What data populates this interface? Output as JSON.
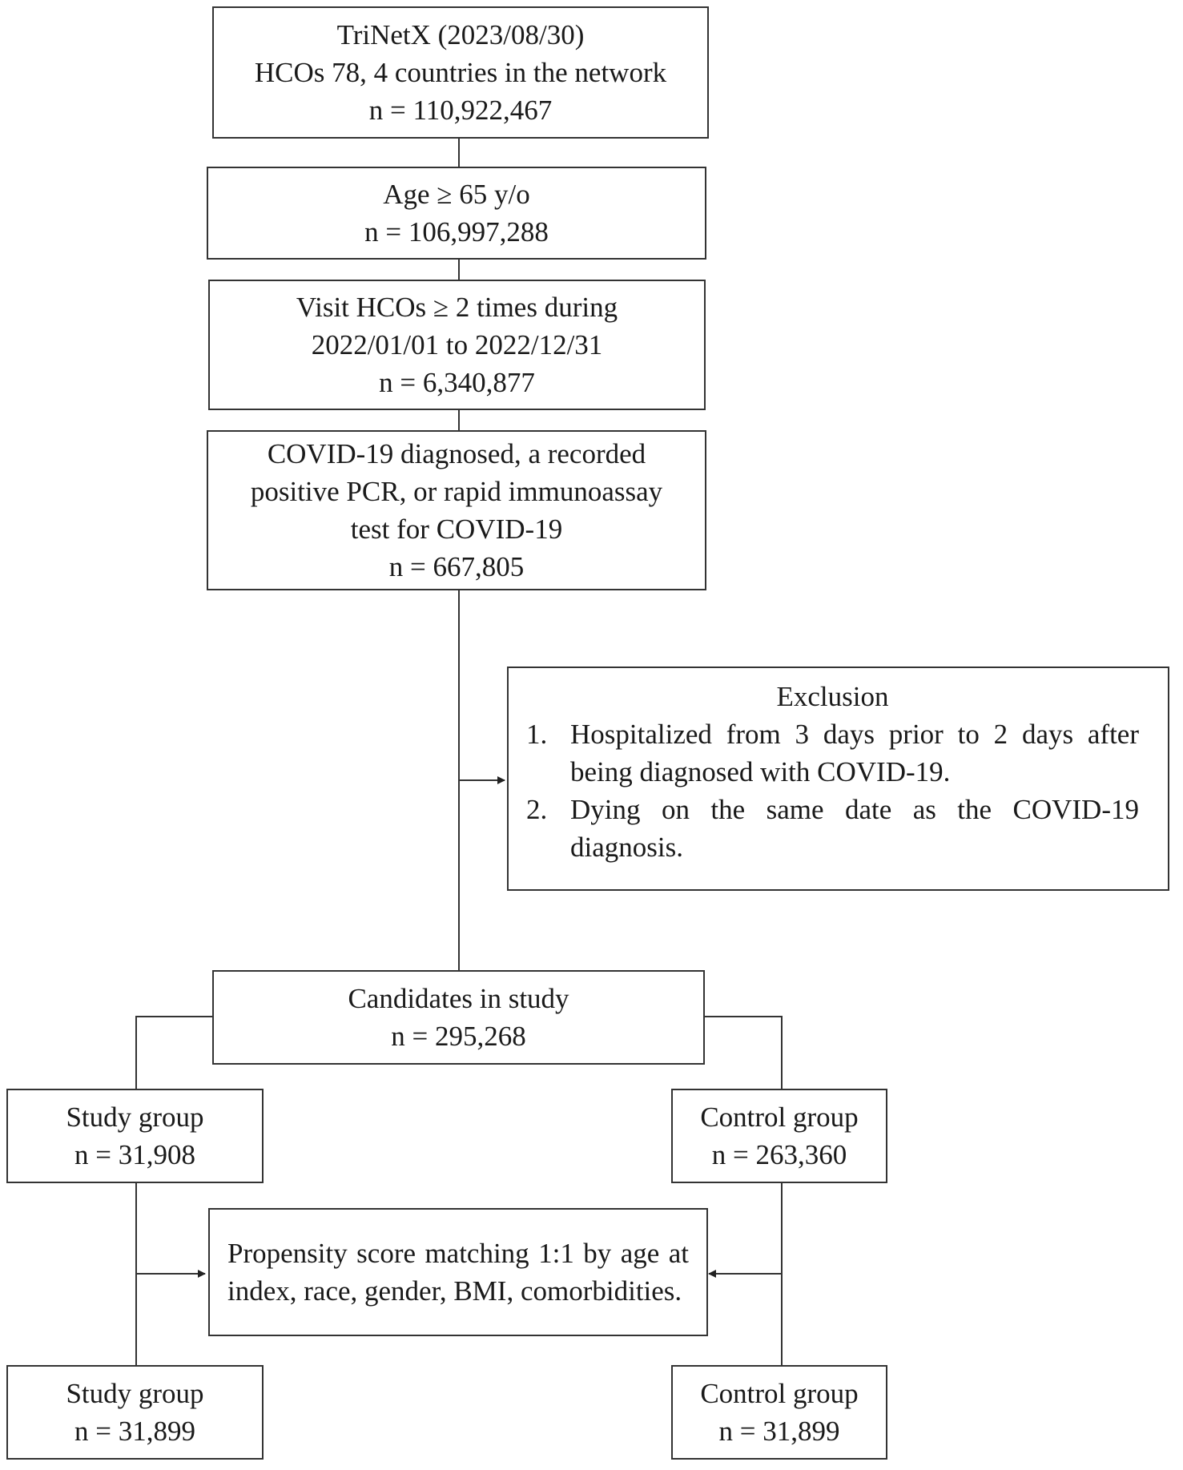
{
  "boxes": {
    "trinetx": [
      "TriNetX  (2023/08/30)",
      "HCOs 78, 4 countries  in the network",
      "n = 110,922,467"
    ],
    "age": [
      "Age ≥ 65 y/o",
      "n = 106,997,288"
    ],
    "visit": [
      "Visit  HCOs ≥ 2 times  during",
      "2022/01/01 to 2022/12/31",
      "n = 6,340,877"
    ],
    "covid": [
      "COVID-19 diagnosed,  a recorded",
      "positive  PCR, or rapid immunoassay",
      "test for COVID-19",
      "n = 667,805"
    ],
    "exclusion": {
      "title": "Exclusion",
      "items": [
        {
          "num": "1.",
          "text": "Hospitalized  from 3 days prior to 2 days after being  diagnosed with COVID-19."
        },
        {
          "num": "2.",
          "text": "Dying  on the same date as the COVID-19 diagnosis."
        }
      ]
    },
    "candidates": [
      "Candidates  in  study",
      "n = 295,268"
    ],
    "study_group": [
      "Study  group",
      "n = 31,908"
    ],
    "control_group": [
      "Control  group",
      "n = 263,360"
    ],
    "psm": "Propensity score matching 1:1 by age at index, race, gender, BMI, comorbidities.",
    "study_group_matched": [
      "Study  group",
      "n = 31,899"
    ],
    "control_group_matched": [
      "Control  group",
      "n = 31,899"
    ]
  }
}
